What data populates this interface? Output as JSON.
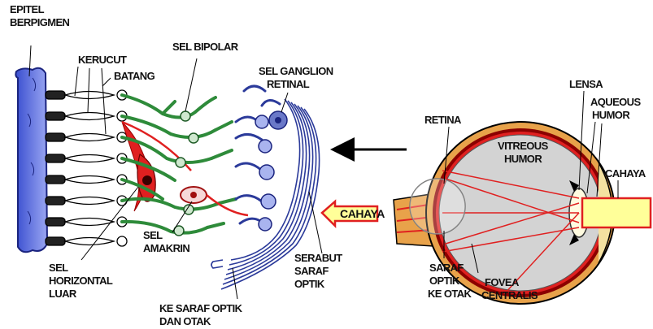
{
  "labels": {
    "epitel_line1": "EPITEL",
    "epitel_line2": "BERPIGMEN",
    "kerucut": "KERUCUT",
    "batang": "BATANG",
    "sel_bipolar": "SEL BIPOLAR",
    "ganglion_line1": "SEL GANGLION",
    "ganglion_line2": "RETINAL",
    "horizontal_line1": "SEL",
    "horizontal_line2": "HORIZONTAL",
    "horizontal_line3": "LUAR",
    "amakrin_line1": "SEL",
    "amakrin_line2": "AMAKRIN",
    "ke_saraf_line1": "KE SARAF OPTIK",
    "ke_saraf_line2": "DAN OTAK",
    "serabut_line1": "SERABUT",
    "serabut_line2": "SARAF",
    "serabut_line3": "OPTIK",
    "cahaya_left": "CAHAYA",
    "retina": "RETINA",
    "lensa": "LENSA",
    "aqueous_line1": "AQUEOUS",
    "aqueous_line2": "HUMOR",
    "vitreous_line1": "VITREOUS",
    "vitreous_line2": "HUMOR",
    "cahaya_right": "CAHAYA",
    "saraf_optik_line1": "SARAF",
    "saraf_optik_line2": "OPTIK",
    "saraf_optik_line3": "KE OTAK",
    "fovea_line1": "FOVEA",
    "fovea_line2": "CENTRALIS"
  },
  "colors": {
    "epithelium": "#5b6fe0",
    "photoreceptor": "#ffffff",
    "bipolar": "#2e8b3a",
    "horizontal": "#e02020",
    "ganglion": "#2b3a9a",
    "light_beam": "#ffff99",
    "eye_outer": "#e8a24a",
    "vitreous": "#d3d3d3"
  }
}
